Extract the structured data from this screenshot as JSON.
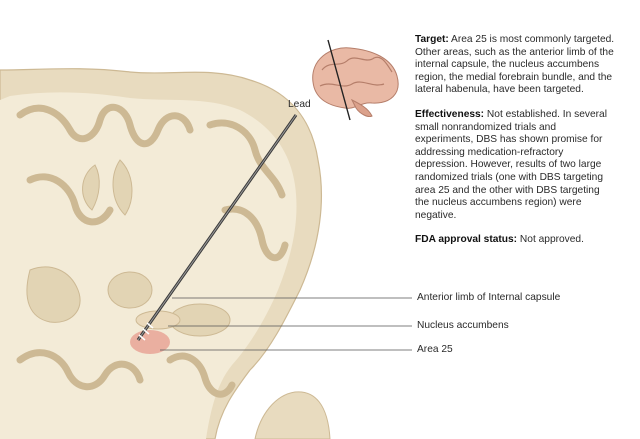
{
  "figure": {
    "lead_label": "Lead",
    "callouts": [
      "Anterior limb of Internal capsule",
      "Nucleus accumbens",
      "Area 25"
    ]
  },
  "info": {
    "target": {
      "label": "Target:",
      "text": " Area 25 is most commonly targeted. Other areas, such as the anterior limb of the internal capsule, the nucleus accumbens region, the medial forebrain bundle, and the lateral habenula, have been targeted."
    },
    "effectiveness": {
      "label": "Effectiveness:",
      "text": " Not established. In several small nonrandomized trials and experiments, DBS has shown promise for addressing medication-refractory depression. However, results of two large randomized trials (one with DBS targeting area 25 and the other with DBS targeting the nucleus accumbens region) were negative."
    },
    "fda": {
      "label": "FDA approval status:",
      "text": " Not approved."
    }
  },
  "colors": {
    "tissue_outer": "#e9dcc0",
    "tissue_inner": "#f4ecd9",
    "gray_matter": "#d9c7a3",
    "pink_area": "#e7a596",
    "lead": "#3a3a3a"
  }
}
